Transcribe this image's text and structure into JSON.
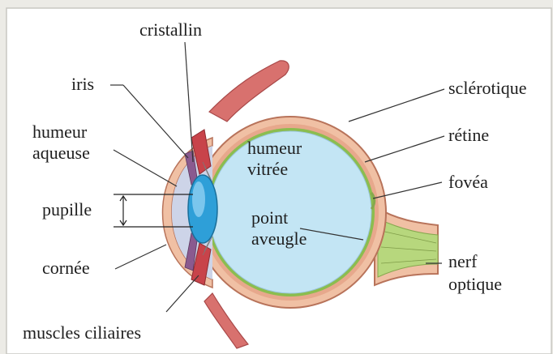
{
  "diagram": {
    "labels": {
      "cristallin": "cristallin",
      "iris": "iris",
      "humeur_aqueuse_1": "humeur",
      "humeur_aqueuse_2": "aqueuse",
      "pupille": "pupille",
      "cornee": "cornée",
      "muscles_ciliaires": "muscles ciliaires",
      "humeur_vitree_1": "humeur",
      "humeur_vitree_2": "vitrée",
      "point_aveugle_1": "point",
      "point_aveugle_2": "aveugle",
      "sclerotique": "sclérotique",
      "retine": "rétine",
      "fovea": "fovéa",
      "nerf_optique_1": "nerf",
      "nerf_optique_2": "optique"
    },
    "colors": {
      "background": "#ffffff",
      "frame_background": "#ecebe6",
      "sclera": "#f0c0a4",
      "sclera_outline": "#b8735a",
      "retina": "#8bbd4f",
      "vitreous": "#bfe3f3",
      "aqueous": "#cdd4e8",
      "lens": "#2e9fd8",
      "muscle": "#c8434a",
      "optic_nerve": "#b7d77d",
      "leader_line": "#333333"
    }
  }
}
